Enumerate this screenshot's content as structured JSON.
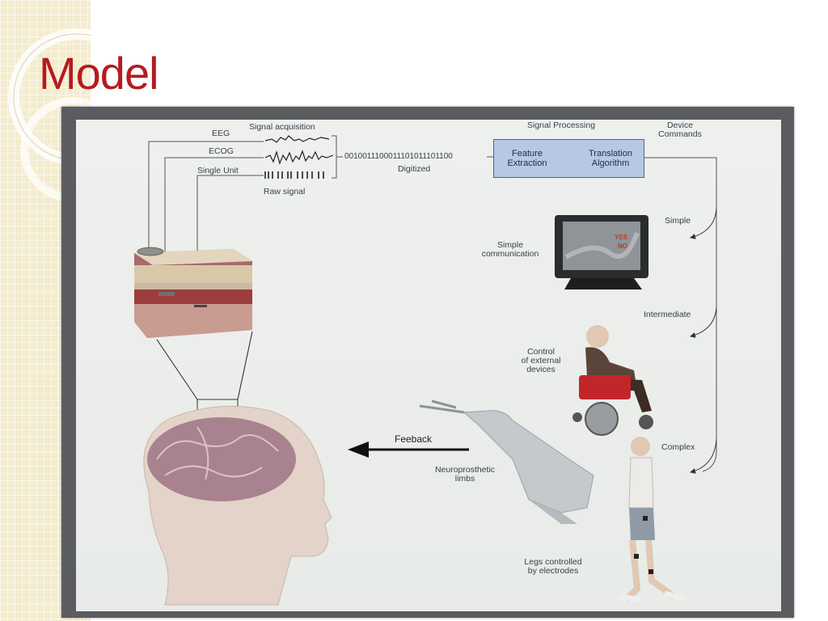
{
  "slide": {
    "title": "Model"
  },
  "diagram": {
    "signal_acquisition": "Signal acquisition",
    "eeg": "EEG",
    "ecog": "ECOG",
    "single_unit": "Single Unit",
    "raw_signal": "Raw signal",
    "binary": "0010011100011101011101100",
    "digitized": "Digitized",
    "signal_processing": "Signal Processing",
    "device_commands": [
      "Device",
      "Commands"
    ],
    "feature_extraction": [
      "Feature",
      "Extraction"
    ],
    "translation_algorithm": [
      "Translation",
      "Algorithm"
    ],
    "simple": "Simple",
    "simple_communication": [
      "Simple",
      "communication"
    ],
    "screen_yes": "YES",
    "screen_no": "NO",
    "intermediate": "Intermediate",
    "control_external": [
      "Control",
      "of external",
      "devices"
    ],
    "complex": "Complex",
    "feedback": "Feeback",
    "neuroprosthetic": [
      "Neuroprosthetic",
      "limbs"
    ],
    "legs": [
      "Legs controlled",
      "by electrodes"
    ]
  },
  "colors": {
    "title": "#b51b1f",
    "frame": "#5a5c60",
    "box": "#b7c8e6"
  }
}
